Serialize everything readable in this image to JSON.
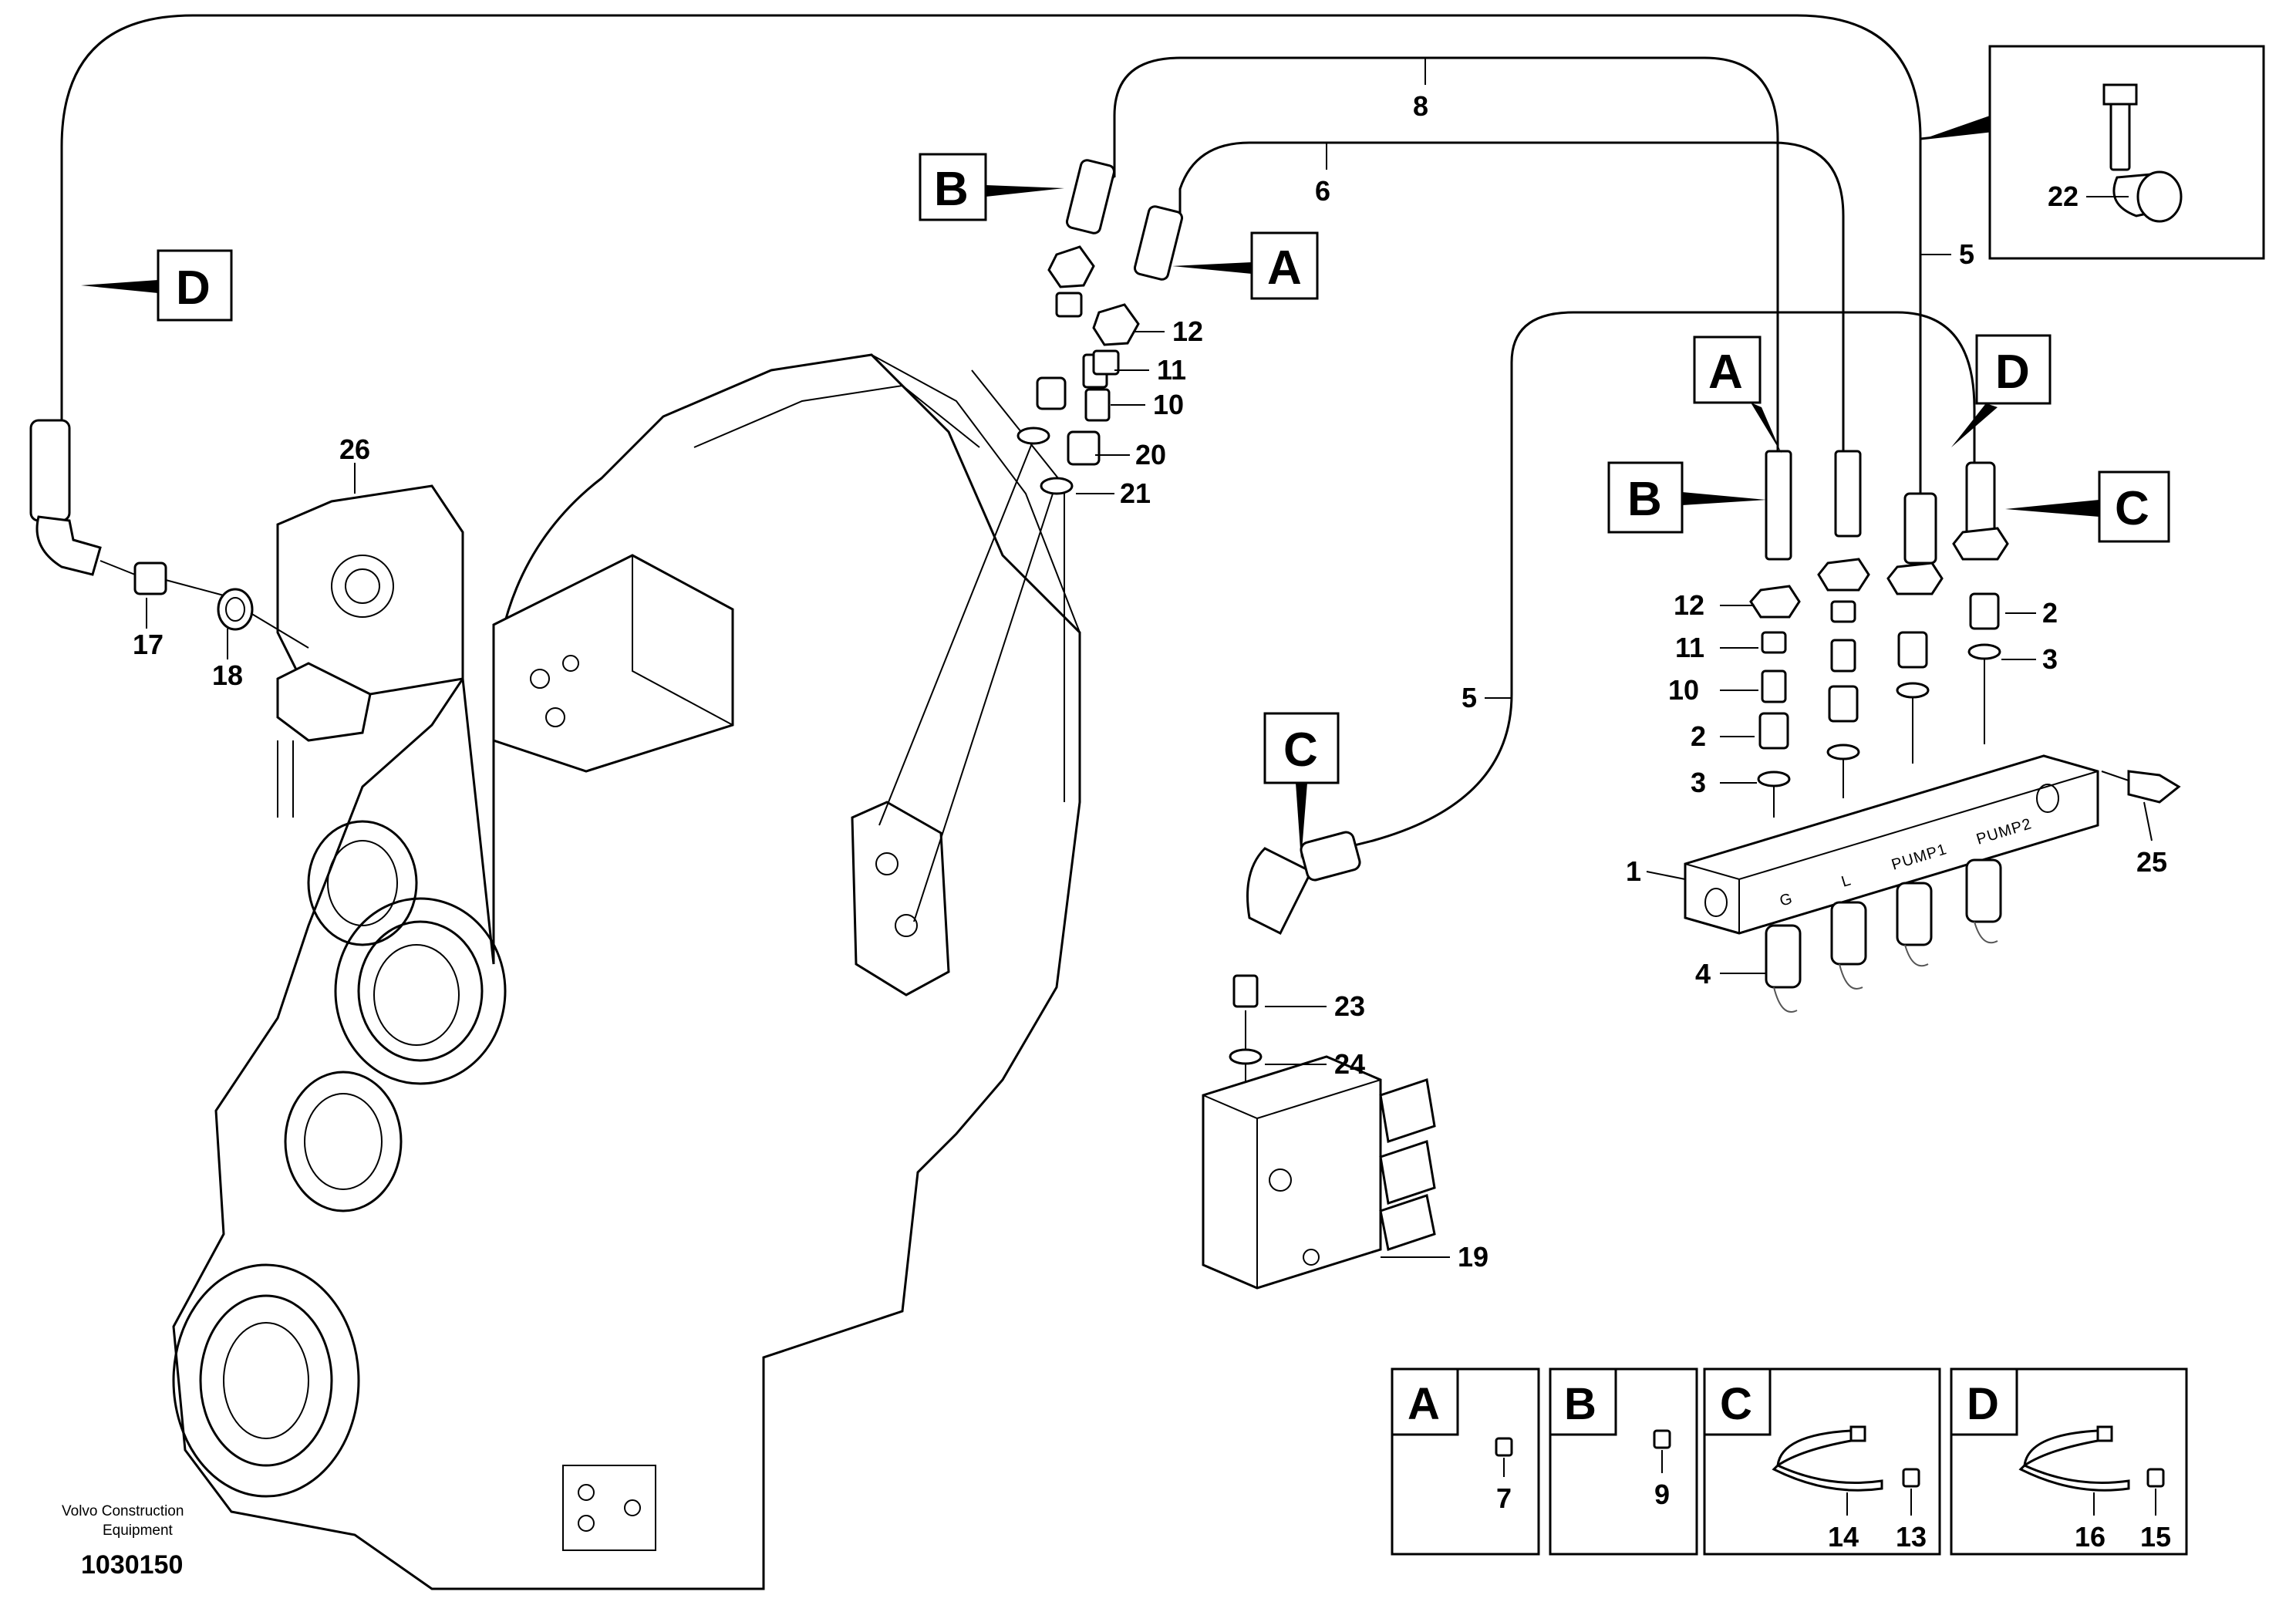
{
  "diagram": {
    "part_numbers": {
      "p1": "1",
      "p2a": "2",
      "p2b": "2",
      "p3a": "3",
      "p3b": "3",
      "p4": "4",
      "p5a": "5",
      "p5b": "5",
      "p6": "6",
      "p7": "7",
      "p8": "8",
      "p9": "9",
      "p10a": "10",
      "p10b": "10",
      "p11a": "11",
      "p11b": "11",
      "p12a": "12",
      "p12b": "12",
      "p13": "13",
      "p14": "14",
      "p15": "15",
      "p16": "16",
      "p17": "17",
      "p18": "18",
      "p19": "19",
      "p20": "20",
      "p21": "21",
      "p22": "22",
      "p23": "23",
      "p24": "24",
      "p25": "25",
      "p26": "26"
    },
    "connection_labels": {
      "b_top": "B",
      "a_top": "A",
      "d_left": "D",
      "a_right": "A",
      "d_right": "D",
      "b_right": "B",
      "c_right": "C",
      "c_mid": "C"
    },
    "port_labels": [
      "G",
      "L",
      "PUMP1",
      "PUMP2"
    ],
    "detail_panels": [
      {
        "letter": "A",
        "parts": [
          "7"
        ]
      },
      {
        "letter": "B",
        "parts": [
          "9"
        ]
      },
      {
        "letter": "C",
        "parts": [
          "14",
          "13"
        ]
      },
      {
        "letter": "D",
        "parts": [
          "16",
          "15"
        ]
      }
    ],
    "caption_line1": "Volvo Construction",
    "caption_line2": "Equipment",
    "doc_number": "1030150"
  }
}
